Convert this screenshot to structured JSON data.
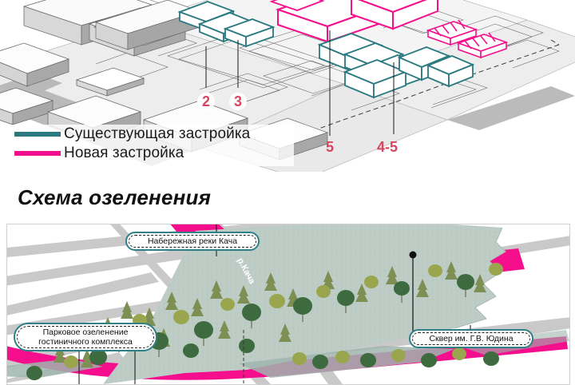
{
  "board": {
    "heading": "Схема озеленения",
    "colors": {
      "existing": "#2a7a80",
      "new": "#f50f8c",
      "marker": "#d6455f",
      "callout_border": "#2f8087",
      "road": "#c9c9c9",
      "park": "#b9c9c2",
      "river": "#f50f8c"
    }
  },
  "iso_plan": {
    "legend": {
      "items": [
        {
          "swatch": "teal",
          "label": "Существующая застройка"
        },
        {
          "swatch": "pink",
          "label": "Новая застройка"
        }
      ]
    },
    "markers": [
      {
        "label": "2"
      },
      {
        "label": "3"
      },
      {
        "label": "5"
      },
      {
        "label": "4-5"
      }
    ]
  },
  "green_map": {
    "callouts": [
      {
        "line1": "Набережная реки Кача",
        "line2": ""
      },
      {
        "line1": "Парковое озеленение",
        "line2": "гостиничного комплекса"
      },
      {
        "line1": "Сквер им. Г.В. Юдина",
        "line2": ""
      }
    ],
    "river_label": "р.Кача"
  }
}
